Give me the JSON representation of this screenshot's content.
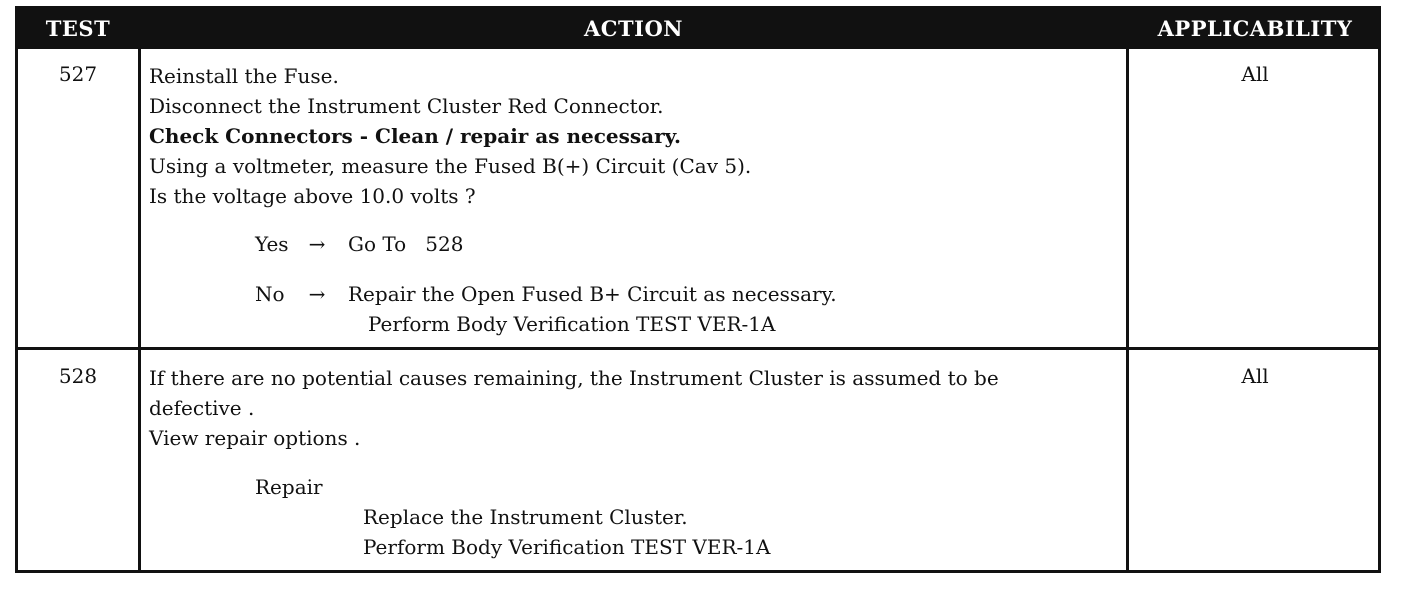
{
  "header": {
    "test": "TEST",
    "action": "ACTION",
    "applicability": "APPLICABILITY"
  },
  "rows": [
    {
      "test": "527",
      "applicability": "All",
      "lines": [
        "Reinstall the Fuse.",
        "Disconnect the Instrument Cluster Red Connector.",
        "Check Connectors - Clean / repair as necessary.",
        "Using a voltmeter, measure the Fused B(+) Circuit (Cav 5).",
        "Is the voltage above 10.0 volts ?"
      ],
      "yes_label": "Yes",
      "yes_arrow": "→",
      "yes_text": "Go To   528",
      "no_label": "No",
      "no_arrow": "→",
      "no_text_1": "Repair the Open Fused B+ Circuit as necessary.",
      "no_text_2": "Perform Body Verification TEST VER-1A"
    },
    {
      "test": "528",
      "applicability": "All",
      "lines": [
        "If there are no potential causes remaining, the Instrument Cluster is assumed to be",
        "defective .",
        "View repair options ."
      ],
      "repair_label": "Repair",
      "repair_1": "Replace the Instrument Cluster.",
      "repair_2": "Perform Body Verification TEST VER-1A"
    }
  ]
}
